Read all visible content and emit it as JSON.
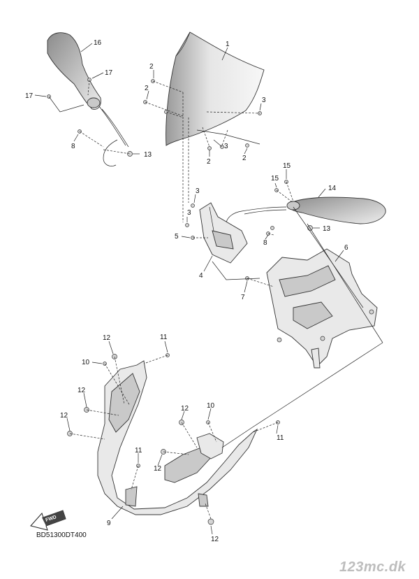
{
  "diagram_code": "BD51300DT400",
  "watermark": "123mc.dk",
  "direction_marker": "FWD",
  "callouts": [
    {
      "id": "c-1",
      "text": "1"
    },
    {
      "id": "c-2a",
      "text": "2"
    },
    {
      "id": "c-2b",
      "text": "2"
    },
    {
      "id": "c-2c",
      "text": "2"
    },
    {
      "id": "c-2d",
      "text": "2"
    },
    {
      "id": "c-3a",
      "text": "3"
    },
    {
      "id": "c-3b",
      "text": "3"
    },
    {
      "id": "c-3c",
      "text": "3"
    },
    {
      "id": "c-3d",
      "text": "3"
    },
    {
      "id": "c-4",
      "text": "4"
    },
    {
      "id": "c-5",
      "text": "5"
    },
    {
      "id": "c-6",
      "text": "6"
    },
    {
      "id": "c-7",
      "text": "7"
    },
    {
      "id": "c-8a",
      "text": "8"
    },
    {
      "id": "c-8b",
      "text": "8"
    },
    {
      "id": "c-9",
      "text": "9"
    },
    {
      "id": "c-10a",
      "text": "10"
    },
    {
      "id": "c-10b",
      "text": "10"
    },
    {
      "id": "c-11a",
      "text": "11"
    },
    {
      "id": "c-11b",
      "text": "11"
    },
    {
      "id": "c-11c",
      "text": "11"
    },
    {
      "id": "c-12a",
      "text": "12"
    },
    {
      "id": "c-12b",
      "text": "12"
    },
    {
      "id": "c-12c",
      "text": "12"
    },
    {
      "id": "c-12d",
      "text": "12"
    },
    {
      "id": "c-12e",
      "text": "12"
    },
    {
      "id": "c-12f",
      "text": "12"
    },
    {
      "id": "c-13a",
      "text": "13"
    },
    {
      "id": "c-13b",
      "text": "13"
    },
    {
      "id": "c-14",
      "text": "14"
    },
    {
      "id": "c-15a",
      "text": "15"
    },
    {
      "id": "c-15b",
      "text": "15"
    },
    {
      "id": "c-16",
      "text": "16"
    },
    {
      "id": "c-17a",
      "text": "17"
    },
    {
      "id": "c-17b",
      "text": "17"
    }
  ]
}
